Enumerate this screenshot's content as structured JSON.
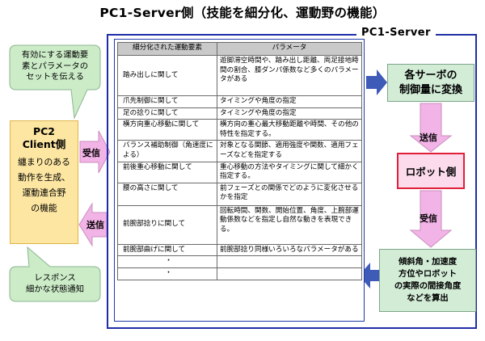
{
  "title": "PC1-Server側（技能を細分化、運動野の機能）",
  "server_label": "PC1-Server",
  "table": {
    "headers": [
      "細分化された運動要素",
      "パラメータ"
    ],
    "rows": [
      {
        "element": "踏み出しに関して",
        "parameter": "遊脚滞空時間や、踏み出し距離、両足接地時間の割合、膝ダンパ係数など多くのパラメータがある"
      },
      {
        "element": "爪先制御に関して",
        "parameter": "タイミングや角度の指定"
      },
      {
        "element": "足の捻りに関して",
        "parameter": "タイミングや角度の指定"
      },
      {
        "element": "横方向重心移動に関して",
        "parameter": "横方向の重心最大移動距離や時間、その他の特性を指定する。"
      },
      {
        "element": "バランス補助制御（角速度による）",
        "parameter": "対象となる関節、適用強度や関数、適用フェーズなどを指定する"
      },
      {
        "element": "前後重心移動に関して",
        "parameter": "重心移動の方法やタイミングに関して細かく指定する。"
      },
      {
        "element": "腰の高さに関して",
        "parameter": "前フェーズとの関係でどのように変化させるかを指定"
      },
      {
        "element": "前腕部捻りに関して",
        "parameter": "回転時間、関数、開始位置、角度、上腕部運動係数などを指定し自然な動きを表現できる。"
      },
      {
        "element": "前腕部曲げに関して",
        "parameter": "前腕部捻り同様いろいろなパラメータがある"
      },
      {
        "element": "・",
        "parameter": ""
      },
      {
        "element": "・",
        "parameter": ""
      }
    ]
  },
  "callout_top": [
    "有効にする運動要",
    "素とパラメータの",
    "セットを伝える"
  ],
  "callout_bottom": [
    "レスポンス",
    "細かな状態通知"
  ],
  "pc2": {
    "title_line1": "PC2",
    "title_line2": "Client側",
    "desc": [
      "纏まりのある",
      "動作を生成、",
      "運動連合野",
      "の機能"
    ]
  },
  "arrows": {
    "receive_left": "受信",
    "send_left": "送信",
    "send_right": "送信",
    "receive_right": "受信"
  },
  "servo_box": [
    "各サーボの",
    "制御量に変換"
  ],
  "robot_box": "ロボット側",
  "calc_box": [
    "傾斜角・加速度",
    "方位やロボット",
    "の実際の間接角度",
    "などを算出"
  ],
  "colors": {
    "frame_blue": "#1f2ea6",
    "pc2_fill": "#fde6a2",
    "green_fill": "#d2ecd6",
    "pink_fill": "#fcdcec",
    "robot_border": "#e0203a",
    "arrow_pink": "#f2b3e6",
    "arrow_blue": "#3f5bb8",
    "callout_fill": "#ccecc8"
  }
}
